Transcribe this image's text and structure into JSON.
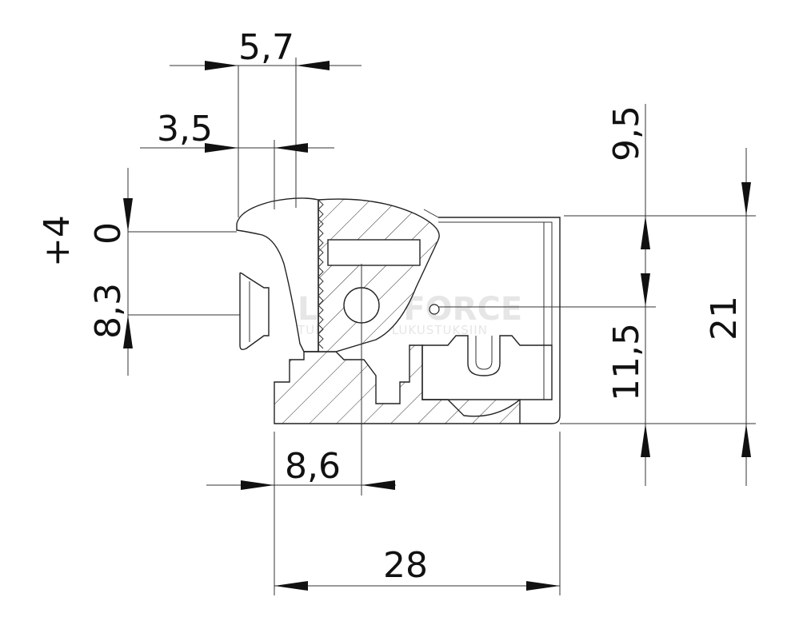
{
  "dimensions": {
    "top_width": "5,7",
    "offset_top": "3,5",
    "vertical_plus": "+4",
    "vertical_zero": "0",
    "vertical_lower": "8,3",
    "right_top": "9,5",
    "right_bottom": "11,5",
    "right_total": "21",
    "bottom_offset": "8,6",
    "overall_width": "28"
  },
  "watermark": {
    "brand": "LOCK FORCE",
    "tagline": "TURVALLISIIN LUKUSTUKSIIN"
  },
  "colors": {
    "line": "#222222",
    "background": "#ffffff",
    "watermark": "#e6e6e6"
  }
}
